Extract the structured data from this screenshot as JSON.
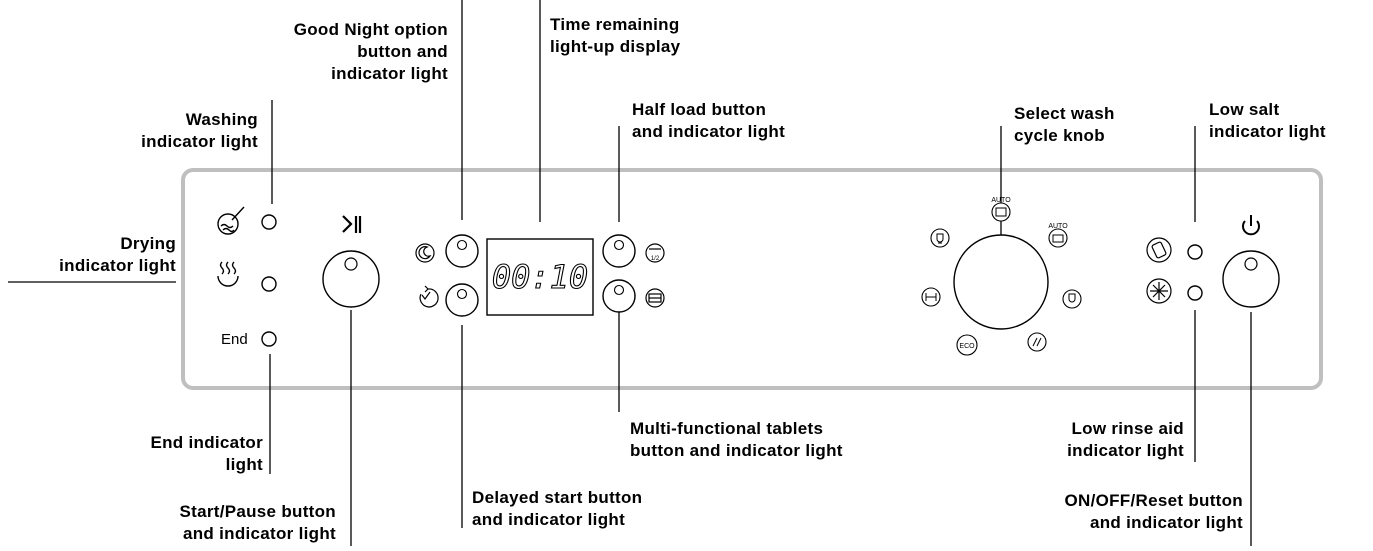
{
  "display": {
    "time": "00:10",
    "end_label": "End"
  },
  "symbols": {
    "auto": "AUTO",
    "eco": "ECO",
    "half": "1/2"
  },
  "labels": {
    "good_night": [
      "Good Night option",
      "button and",
      "indicator light"
    ],
    "time_remaining": [
      "Time remaining",
      "light-up display"
    ],
    "half_load": [
      "Half load button",
      "and indicator light"
    ],
    "select_knob": [
      "Select wash",
      "cycle knob"
    ],
    "low_salt": [
      "Low salt",
      "indicator light"
    ],
    "washing": [
      "Washing",
      "indicator light"
    ],
    "drying": [
      "Drying",
      "indicator light"
    ],
    "end": [
      "End indicator",
      "light"
    ],
    "start_pause": [
      "Start/Pause button",
      "and indicator light"
    ],
    "delayed_start": [
      "Delayed start button",
      "and indicator light"
    ],
    "multi_tablets": [
      "Multi-functional tablets",
      "button and indicator light"
    ],
    "low_rinse": [
      "Low rinse aid",
      "indicator light"
    ],
    "on_off": [
      "ON/OFF/Reset button",
      "and indicator light"
    ]
  }
}
